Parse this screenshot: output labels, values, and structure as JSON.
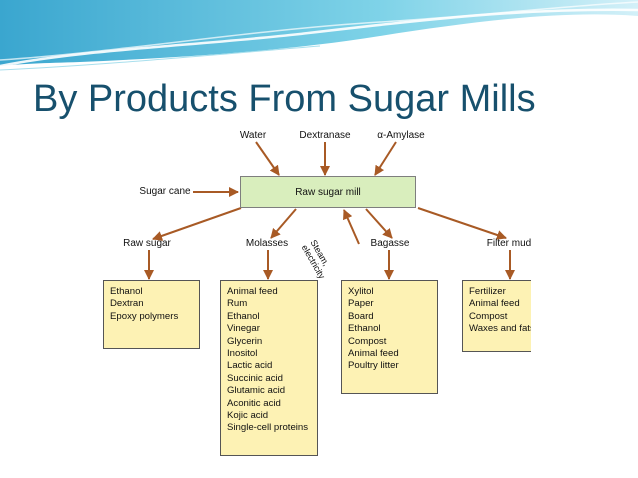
{
  "slide": {
    "title": "By Products From Sugar Mills"
  },
  "diagram": {
    "inputs": [
      "Water",
      "Dextranase",
      "α-Amylase"
    ],
    "source": "Sugar cane",
    "mill": "Raw sugar mill",
    "steam": [
      "Steam,",
      "electricity"
    ],
    "branches": [
      {
        "label": "Raw sugar",
        "items": [
          "Ethanol",
          "Dextran",
          "Epoxy polymers"
        ]
      },
      {
        "label": "Molasses",
        "items": [
          "Animal feed",
          "Rum",
          "Ethanol",
          "Vinegar",
          "Glycerin",
          "Inositol",
          "Lactic acid",
          "Succinic acid",
          "Glutamic acid",
          "Aconitic acid",
          "Kojic acid",
          "Single-cell proteins"
        ]
      },
      {
        "label": "Bagasse",
        "items": [
          "Xylitol",
          "Paper",
          "Board",
          "Ethanol",
          "Compost",
          "Animal feed",
          "Poultry litter"
        ]
      },
      {
        "label": "Filter mud",
        "items": [
          "Fertilizer",
          "Animal feed",
          "Compost",
          "Waxes and fats"
        ]
      }
    ]
  },
  "colors": {
    "title": "#17506d",
    "arrow": "#a85a25",
    "mill_fill": "#d9eebd",
    "box_fill": "#fdf2b4",
    "wave": "#5fc1dc"
  }
}
